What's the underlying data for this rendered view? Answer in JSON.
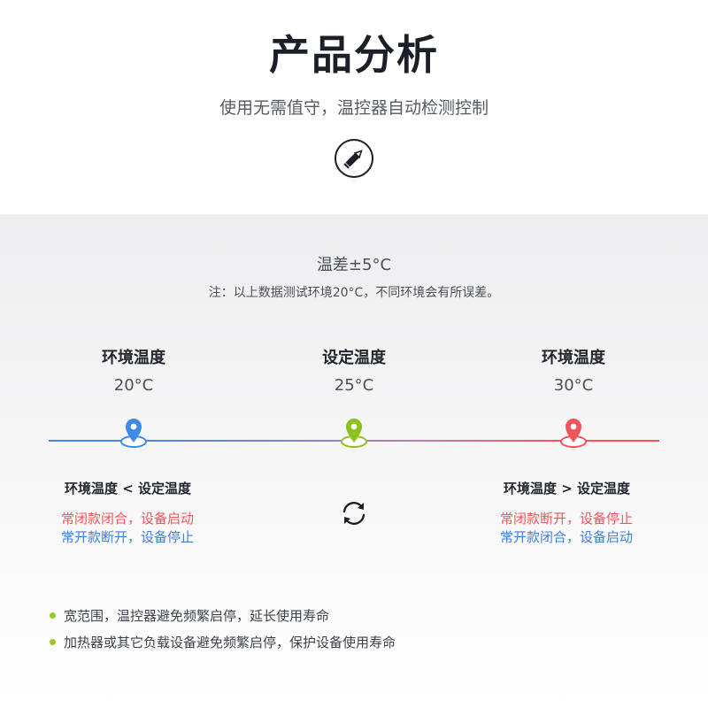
{
  "header": {
    "title": "产品分析",
    "subtitle": "使用无需值守，温控器自动检测控制",
    "icon": "pen-icon"
  },
  "info": {
    "diff": "温差±5°C",
    "note": "注：以上数据测试环境20°C，不同环境会有所误差。"
  },
  "points": [
    {
      "label": "环境温度",
      "temp": "20°C",
      "color": "#3f8ae8"
    },
    {
      "label": "设定温度",
      "temp": "25°C",
      "color": "#8cc11e"
    },
    {
      "label": "环境温度",
      "temp": "30°C",
      "color": "#f1545a"
    }
  ],
  "left_case": {
    "condition": "环境温度 < 设定温度",
    "nc_line": "常闭款闭合，设备启动",
    "no_line": "常开款断开，设备停止"
  },
  "right_case": {
    "condition": "环境温度 > 设定温度",
    "nc_line": "常闭款断开，设备停止",
    "no_line": "常开款闭合，设备启动"
  },
  "bullets": [
    "宽范围，温控器避免频繁启停，延长使用寿命",
    "加热器或其它负载设备避免频繁启停，保护设备使用寿命"
  ],
  "colors": {
    "blue": "#3f8ae8",
    "green": "#8cc11e",
    "red": "#f1545a",
    "bullet_dot": "#9ac81f"
  }
}
